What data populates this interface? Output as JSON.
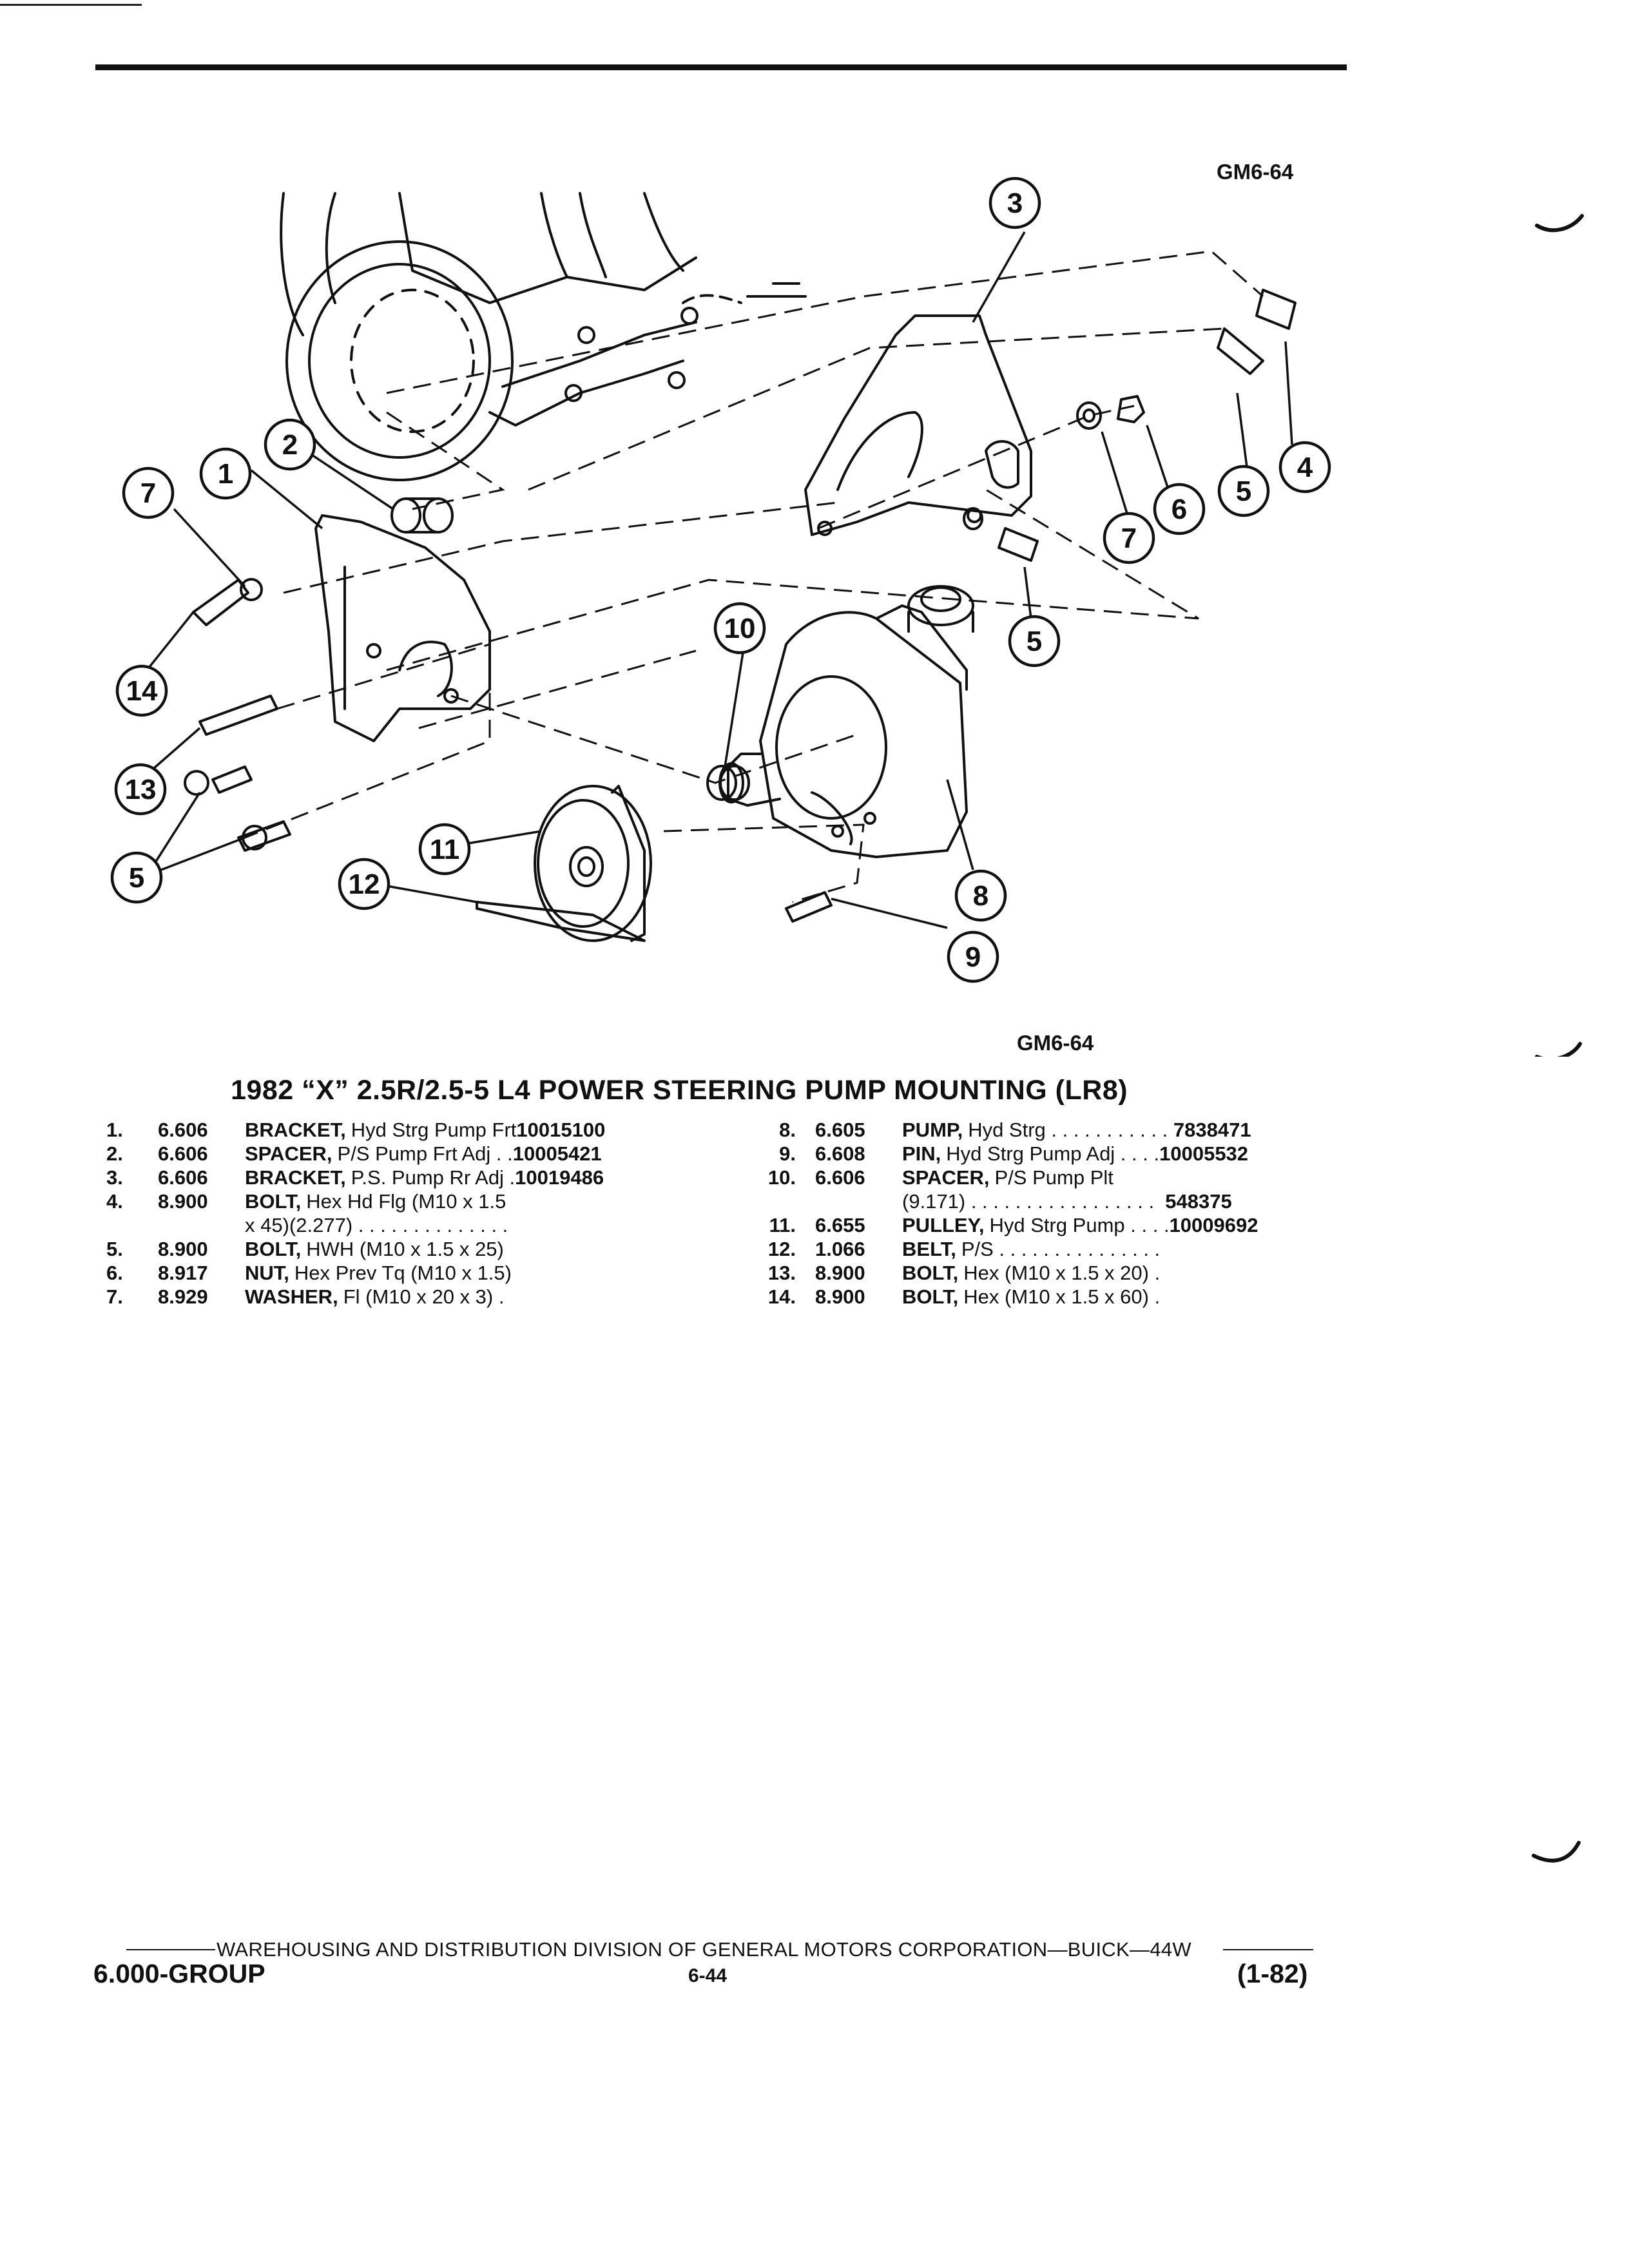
{
  "figure": {
    "id_top": "GM6-64",
    "id_bottom": "GM6-64",
    "callouts": [
      "1",
      "2",
      "3",
      "4",
      "5",
      "5",
      "5",
      "6",
      "7",
      "7",
      "8",
      "9",
      "10",
      "11",
      "12",
      "13",
      "14"
    ]
  },
  "title": "1982 “X” 2.5R/2.5-5 L4 POWER STEERING PUMP MOUNTING (LR8)",
  "parts_left": [
    {
      "num": "1.",
      "code": "6.606",
      "name": "BRACKET,",
      "desc": "Hyd Strg Pump Frt",
      "pn": "10015100"
    },
    {
      "num": "2.",
      "code": "6.606",
      "name": "SPACER,",
      "desc": "P/S Pump Frt Adj . .",
      "pn": "10005421"
    },
    {
      "num": "3.",
      "code": "6.606",
      "name": "BRACKET,",
      "desc": "P.S. Pump Rr Adj .",
      "pn": "10019486"
    },
    {
      "num": "4.",
      "code": "8.900",
      "name": "BOLT,",
      "desc": "Hex Hd Flg (M10 x 1.5",
      "pn": "",
      "cont": "x 45)(2.277) . . . . . . . . . . . . . ."
    },
    {
      "num": "5.",
      "code": "8.900",
      "name": "BOLT,",
      "desc": "HWH (M10 x 1.5 x 25)",
      "pn": ""
    },
    {
      "num": "6.",
      "code": "8.917",
      "name": "NUT,",
      "desc": "Hex Prev Tq (M10 x 1.5)",
      "pn": ""
    },
    {
      "num": "7.",
      "code": "8.929",
      "name": "WASHER,",
      "desc": "Fl (M10 x 20 x 3) .",
      "pn": ""
    }
  ],
  "parts_right": [
    {
      "num": "8.",
      "code": "6.605",
      "name": "PUMP,",
      "desc": "Hyd Strg . . . . . . . . . . .",
      "pn": "7838471"
    },
    {
      "num": "9.",
      "code": "6.608",
      "name": "PIN,",
      "desc": "Hyd Strg Pump Adj . . . .",
      "pn": "10005532"
    },
    {
      "num": "10.",
      "code": "6.606",
      "name": "SPACER,",
      "desc": "P/S Pump Plt",
      "pn": "",
      "cont": "(9.171) . . . . . . . . . . . . . . . . .",
      "cont_pn": "548375"
    },
    {
      "num": "11.",
      "code": "6.655",
      "name": "PULLEY,",
      "desc": "Hyd Strg Pump . . . .",
      "pn": "10009692"
    },
    {
      "num": "12.",
      "code": "1.066",
      "name": "BELT,",
      "desc": "P/S . . . . . . . . . . . . . . .",
      "pn": ""
    },
    {
      "num": "13.",
      "code": "8.900",
      "name": "BOLT,",
      "desc": "Hex (M10 x 1.5 x 20) .",
      "pn": ""
    },
    {
      "num": "14.",
      "code": "8.900",
      "name": "BOLT,",
      "desc": "Hex (M10 x 1.5 x 60) .",
      "pn": ""
    }
  ],
  "footer": {
    "division": "WAREHOUSING AND DISTRIBUTION  DIVISION OF GENERAL MOTORS CORPORATION—BUICK—44W",
    "group": "6.000-GROUP",
    "page": "6-44",
    "date": "(1-82)"
  }
}
